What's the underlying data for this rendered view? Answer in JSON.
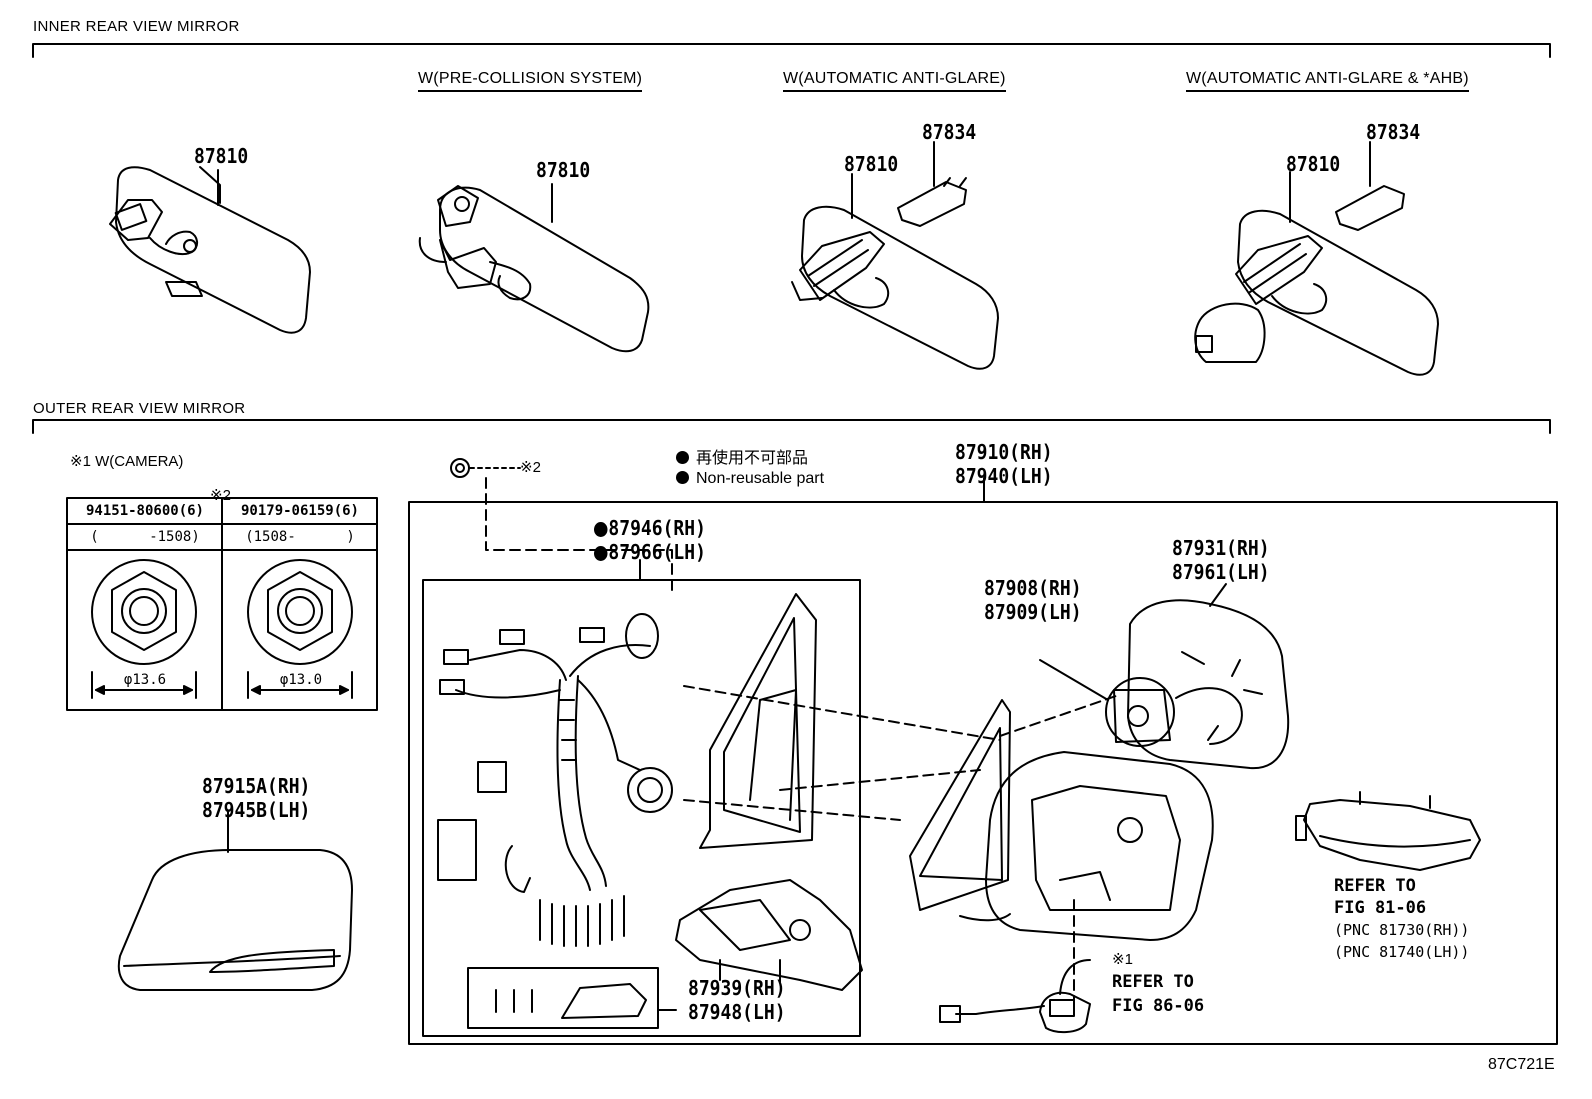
{
  "sections": {
    "inner": "INNER REAR VIEW MIRROR",
    "outer": "OUTER REAR VIEW MIRROR"
  },
  "inner": {
    "variants": [
      "W(PRE-COLLISION SYSTEM)",
      "W(AUTOMATIC ANTI-GLARE)",
      "W(AUTOMATIC ANTI-GLARE & *AHB)"
    ],
    "mirror_part": "87810",
    "sensor_part": "87834"
  },
  "legend": {
    "note1": "※1 W(CAMERA)",
    "note2": "※2",
    "note2_callout": "※2",
    "camera_callout": "※1",
    "nonreusable_jp": "再使用不可部品",
    "nonreusable_en": "Non-reusable part"
  },
  "nut_table": {
    "col1_part": "94151-80600(6)",
    "col1_range": "(      -1508)",
    "col1_dim": "φ13.6",
    "col2_part": "90179-06159(6)",
    "col2_range": "(1508-      )",
    "col2_dim": "φ13.0"
  },
  "parts": {
    "assy_rh": "87910(RH)",
    "assy_lh": "87940(LH)",
    "harness_rh": "87946(RH)",
    "harness_lh": "87966(LH)",
    "glass_rh": "87931(RH)",
    "glass_lh": "87961(LH)",
    "actuator_rh": "87908(RH)",
    "actuator_lh": "87909(LH)",
    "cover_rh": "87915A(RH)",
    "cover_lh": "87945B(LH)",
    "bracket_rh": "87939(RH)",
    "bracket_lh": "87948(LH)"
  },
  "refs": {
    "lamp_1": "REFER TO",
    "lamp_2": "FIG 81-06",
    "lamp_3": "(PNC 81730(RH))",
    "lamp_4": "(PNC 81740(LH))",
    "camera_1": "REFER TO",
    "camera_2": "FIG 86-06"
  },
  "diagram_code": "87C721E"
}
